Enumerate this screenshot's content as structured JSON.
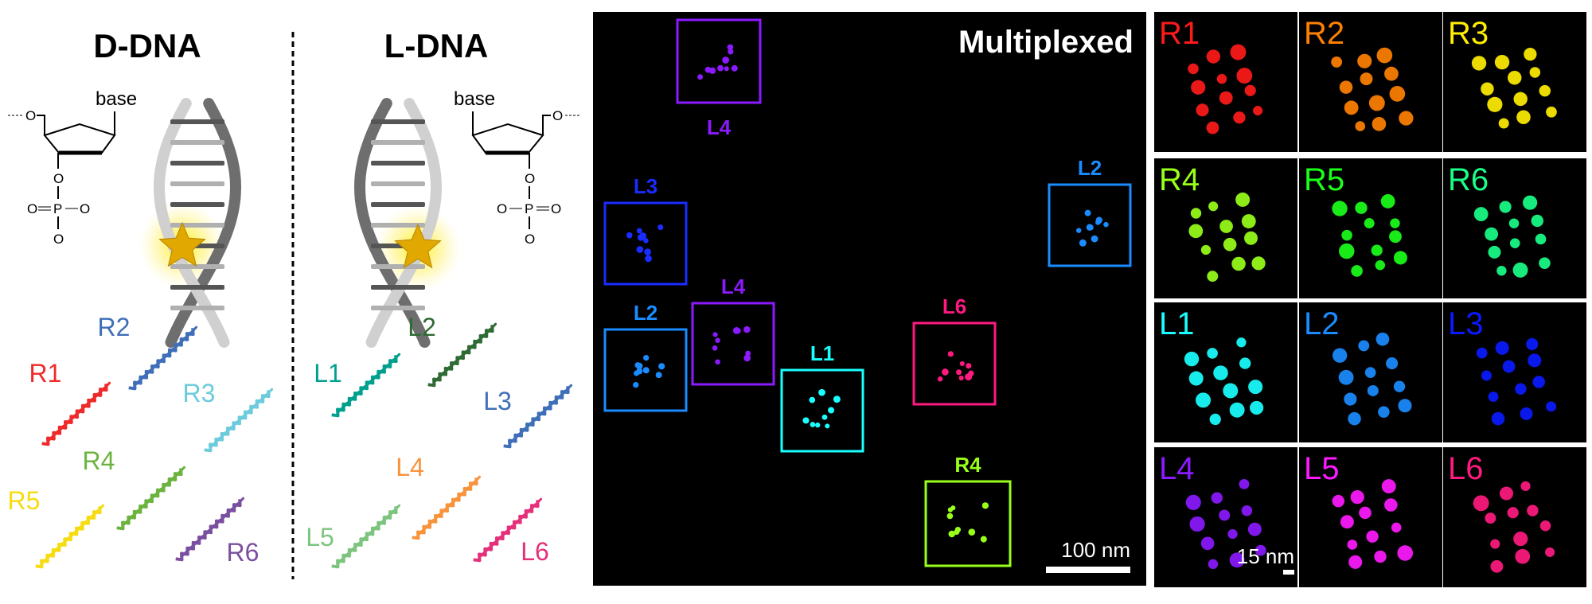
{
  "left_panel": {
    "d_title": "D-DNA",
    "l_title": "L-DNA",
    "base_label": "base",
    "chem": {
      "o": "O",
      "p": "P"
    },
    "d_strands": [
      {
        "label": "R1",
        "color": "#ee2a2a"
      },
      {
        "label": "R2",
        "color": "#3f6fb8"
      },
      {
        "label": "R3",
        "color": "#6ccbdc"
      },
      {
        "label": "R4",
        "color": "#6cb33f"
      },
      {
        "label": "R5",
        "color": "#f6dc10"
      },
      {
        "label": "R6",
        "color": "#7b4fa0"
      }
    ],
    "l_strands": [
      {
        "label": "L1",
        "color": "#00a08f"
      },
      {
        "label": "L2",
        "color": "#2f6b35"
      },
      {
        "label": "L3",
        "color": "#3f6fb8"
      },
      {
        "label": "L4",
        "color": "#f7943c"
      },
      {
        "label": "L5",
        "color": "#7dc47f"
      },
      {
        "label": "L6",
        "color": "#e5307a"
      }
    ]
  },
  "multiplexed": {
    "title": "Multiplexed",
    "scale_label": "100 nm",
    "boxes": [
      {
        "label": "L4",
        "color": "#8c1aff"
      },
      {
        "label": "L3",
        "color": "#1a2cff"
      },
      {
        "label": "L2",
        "color": "#1a8cff"
      },
      {
        "label": "L4",
        "color": "#8c1aff"
      },
      {
        "label": "L1",
        "color": "#1affff"
      },
      {
        "label": "L6",
        "color": "#ff1a80"
      },
      {
        "label": "L2",
        "color": "#1a8cff"
      },
      {
        "label": "R4",
        "color": "#99ff1a"
      }
    ]
  },
  "tiles": {
    "scale_label": "15 nm",
    "items": [
      {
        "label": "R1",
        "color": "#ff1a1a"
      },
      {
        "label": "R2",
        "color": "#ff8000"
      },
      {
        "label": "R3",
        "color": "#ffee00"
      },
      {
        "label": "R4",
        "color": "#99ff1a"
      },
      {
        "label": "R5",
        "color": "#1aff1a"
      },
      {
        "label": "R6",
        "color": "#1aff88"
      },
      {
        "label": "L1",
        "color": "#1affff"
      },
      {
        "label": "L2",
        "color": "#1a8cff"
      },
      {
        "label": "L3",
        "color": "#0a1aff"
      },
      {
        "label": "L4",
        "color": "#8c1aff"
      },
      {
        "label": "L5",
        "color": "#ff1aff"
      },
      {
        "label": "L6",
        "color": "#ff1a80"
      }
    ]
  }
}
